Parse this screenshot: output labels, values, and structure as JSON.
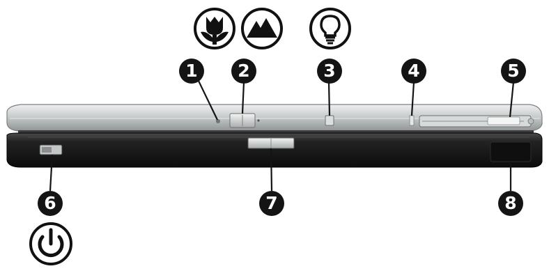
{
  "callouts": [
    {
      "id": 1,
      "label": "1"
    },
    {
      "id": 2,
      "label": "2"
    },
    {
      "id": 3,
      "label": "3"
    },
    {
      "id": 4,
      "label": "4"
    },
    {
      "id": 5,
      "label": "5"
    },
    {
      "id": 6,
      "label": "6"
    },
    {
      "id": 7,
      "label": "7"
    },
    {
      "id": 8,
      "label": "8"
    }
  ],
  "icons": {
    "macro": "macro-flower-icon",
    "landscape": "landscape-mountain-icon",
    "light": "lightbulb-icon",
    "power": "power-icon"
  },
  "colors": {
    "callout_fill": "#141414",
    "lid_silver": "#c9cccd",
    "base_black": "#1a1a1a"
  }
}
